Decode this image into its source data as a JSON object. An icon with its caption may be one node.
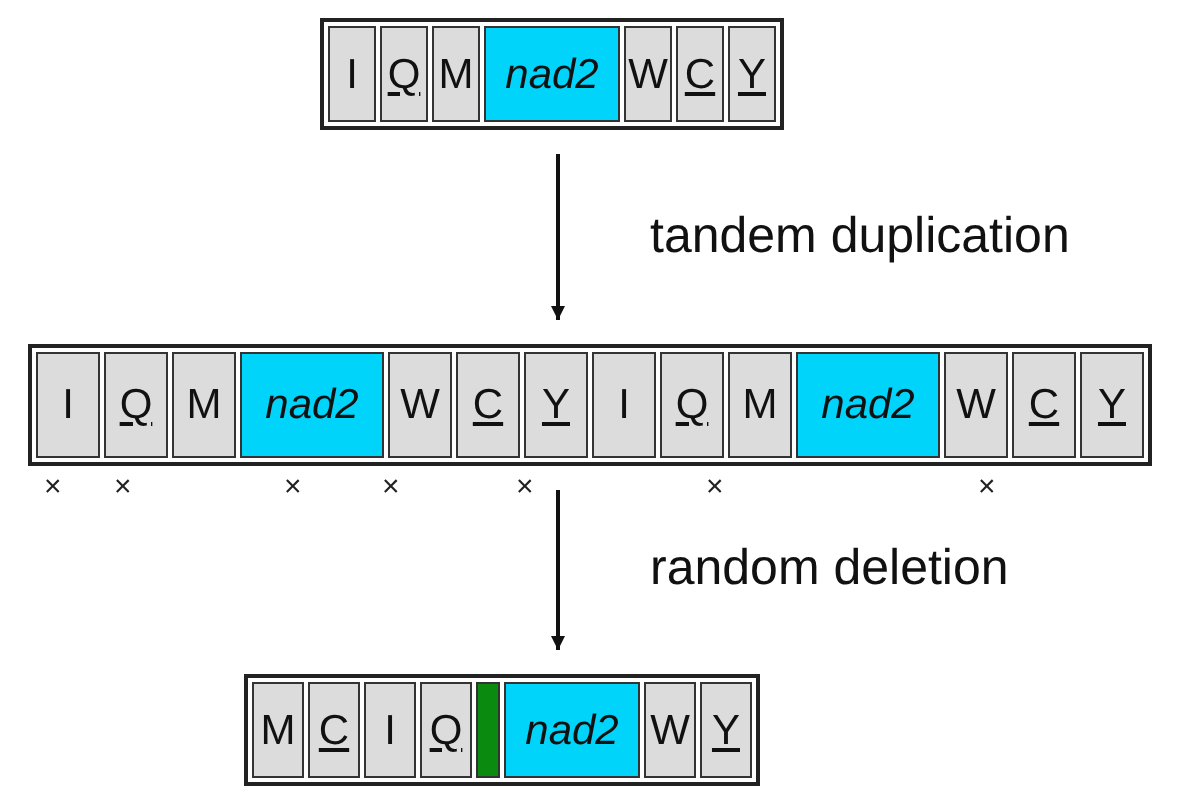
{
  "diagram": {
    "nodes": [
      {
        "text": [],
        "shape": "bar"
      },
      {
        "text": [
          "I"
        ],
        "in": 0
      },
      {
        "text": [
          "Q"
        ],
        "in": 0
      },
      {
        "text": [
          "M"
        ],
        "in": 0
      },
      {
        "text": [
          "nad2"
        ],
        "in": 0
      },
      {
        "text": [
          "W"
        ],
        "in": 0
      },
      {
        "text": [
          "C"
        ],
        "in": 0
      },
      {
        "text": [
          "Y"
        ],
        "in": 0
      },
      {
        "text": [],
        "shape": "bar"
      },
      {
        "text": [
          "I"
        ],
        "in": 8
      },
      {
        "text": [
          "Q"
        ],
        "in": 8
      },
      {
        "text": [
          "M"
        ],
        "in": 8
      },
      {
        "text": [
          "nad2"
        ],
        "in": 8
      },
      {
        "text": [
          "W"
        ],
        "in": 8
      },
      {
        "text": [
          "C"
        ],
        "in": 8
      },
      {
        "text": [
          "Y"
        ],
        "in": 8
      },
      {
        "text": [
          "I"
        ],
        "in": 8
      },
      {
        "text": [
          "Q"
        ],
        "in": 8
      },
      {
        "text": [
          "M"
        ],
        "in": 8
      },
      {
        "text": [
          "nad2"
        ],
        "in": 8
      },
      {
        "text": [
          "W"
        ],
        "in": 8
      },
      {
        "text": [
          "C"
        ],
        "in": 8
      },
      {
        "text": [
          "Y"
        ],
        "in": 8
      },
      {
        "text": [],
        "shape": "bar"
      },
      {
        "text": [
          "M"
        ],
        "in": 23
      },
      {
        "text": [
          "C"
        ],
        "in": 23
      },
      {
        "text": [
          "I"
        ],
        "in": 23
      },
      {
        "text": [
          "Q"
        ],
        "in": 23
      },
      {
        "text": [],
        "shape": "box",
        "in": 23
      },
      {
        "text": [
          "nad2"
        ],
        "in": 23
      },
      {
        "text": [
          "W"
        ],
        "in": 23
      },
      {
        "text": [
          "Y"
        ],
        "in": 23
      }
    ],
    "edges": [
      {
        "from": 0,
        "to": 8,
        "arrow": "to",
        "label": "tandem duplication"
      },
      {
        "from": 8,
        "to": 23,
        "arrow": "to",
        "label": "random deletion"
      }
    ],
    "labels": [
      "×",
      "×",
      "×",
      "×",
      "×",
      "×",
      "×"
    ]
  }
}
